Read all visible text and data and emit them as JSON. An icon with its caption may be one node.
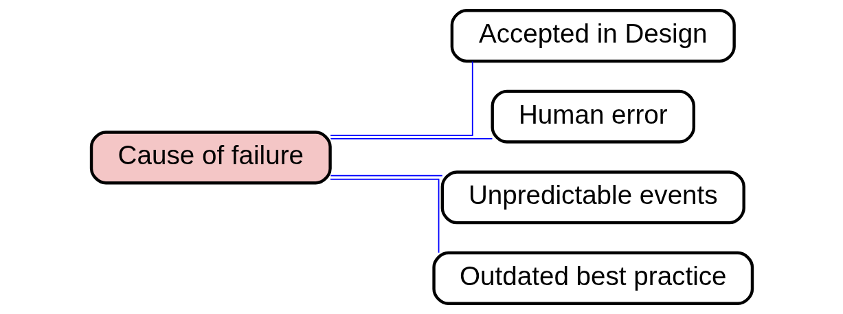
{
  "diagram": {
    "nodes": [
      {
        "text": [
          "Cause of failure"
        ]
      },
      {
        "text": [
          "Accepted in Design"
        ]
      },
      {
        "text": [
          "Human error"
        ]
      },
      {
        "text": [
          "Unpredictable events"
        ]
      },
      {
        "text": [
          "Outdated best practice"
        ]
      }
    ],
    "edges": [
      {
        "from": 0,
        "to": 1,
        "arrow": "none"
      },
      {
        "from": 0,
        "to": 2,
        "arrow": "none"
      },
      {
        "from": 0,
        "to": 3,
        "arrow": "none"
      },
      {
        "from": 0,
        "to": 4,
        "arrow": "none"
      }
    ]
  }
}
